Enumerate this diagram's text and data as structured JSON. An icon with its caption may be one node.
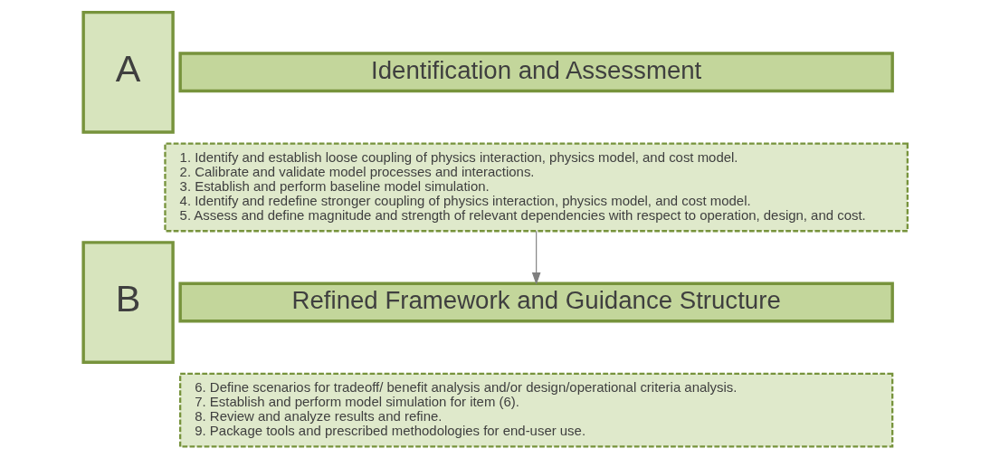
{
  "diagram": {
    "nodes": [
      {
        "text": [
          "A"
        ]
      },
      {
        "text": [
          "Identification and Assessment"
        ]
      },
      {
        "text": [
          "1. Identify and establish loose coupling of physics interaction, physics model, and cost model.",
          "2. Calibrate and validate model processes and interactions.",
          "3. Establish and perform baseline model simulation.",
          "4. Identify and redefine stronger coupling of physics interaction, physics model, and cost model.",
          "5. Assess and define magnitude and strength of relevant dependencies with respect to operation, design, and cost."
        ]
      },
      {
        "text": [
          "B"
        ]
      },
      {
        "text": [
          "Refined Framework and Guidance Structure"
        ]
      },
      {
        "text": [
          "6. Define scenarios for tradeoff/ benefit analysis and/or design/operational criteria analysis.",
          "7. Establish and perform model simulation for item (6).",
          "8. Review and analyze results and refine.",
          "9. Package tools and prescribed methodologies for end-user use."
        ]
      }
    ],
    "edges": [
      {
        "from": 2,
        "to": 4,
        "arrow": "to",
        "color": "#7f7f7f"
      }
    ]
  }
}
